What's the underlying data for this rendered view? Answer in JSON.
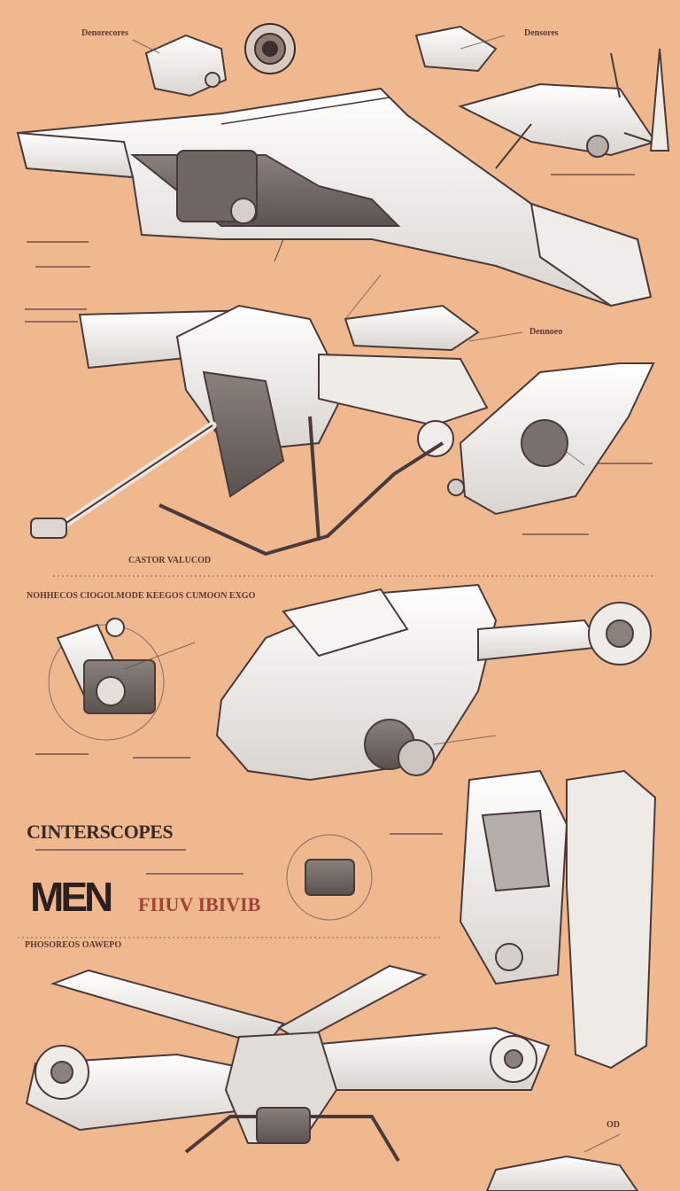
{
  "palette": {
    "background": "#f0b88f",
    "ink": "#4a3a3a",
    "body_fill": "#f4f2ee",
    "shadow_fill": "#9a9090",
    "label_color": "#5a3a32",
    "accent_red": "#c23b2a"
  },
  "labels": {
    "top_left_1": "Denorecores",
    "top_right_1": "Densores",
    "mid_caption_1": "CASTOR VALUCOD",
    "mid_caption_2": "NOHHECOS CIOGOLMODE KEEGOS CUMOON EXGO",
    "side_note": "Dennoeo",
    "bottom_right": "OD"
  },
  "heading": {
    "title": "CINTERSCOPES",
    "mark_main": "MEN",
    "mark_sub": "FIIUV IBIVIB",
    "caption": "PHOSOREOS OAWEPO"
  },
  "icons": [
    "drone-hero-icon",
    "quadcopter-icon",
    "jet-wing-icon",
    "camera-module-icon",
    "lens-icon",
    "rotor-arm-icon"
  ]
}
